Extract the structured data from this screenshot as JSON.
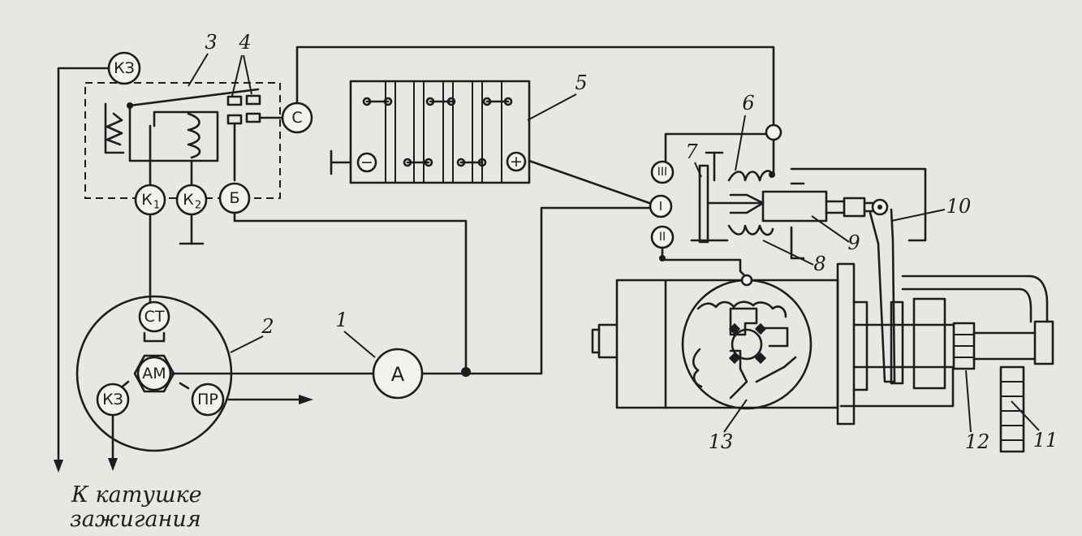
{
  "terminals": {
    "relay_kz": "КЗ",
    "relay_c": "С",
    "relay_k1": "К",
    "relay_k1_sub": "1",
    "relay_k2": "К",
    "relay_k2_sub": "2",
    "relay_b": "Б",
    "switch_st": "СТ",
    "switch_am": "АМ",
    "switch_kz": "КЗ",
    "switch_pr": "ПР",
    "ammeter": "А",
    "battery_minus": "−",
    "battery_plus": "+",
    "starter_i": "I",
    "starter_ii": "II",
    "starter_iii": "III"
  },
  "callouts": [
    "1",
    "2",
    "3",
    "4",
    "5",
    "6",
    "7",
    "8",
    "9",
    "10",
    "11",
    "12",
    "13"
  ],
  "caption": {
    "line1": "К катушке",
    "line2": "зажигания"
  }
}
